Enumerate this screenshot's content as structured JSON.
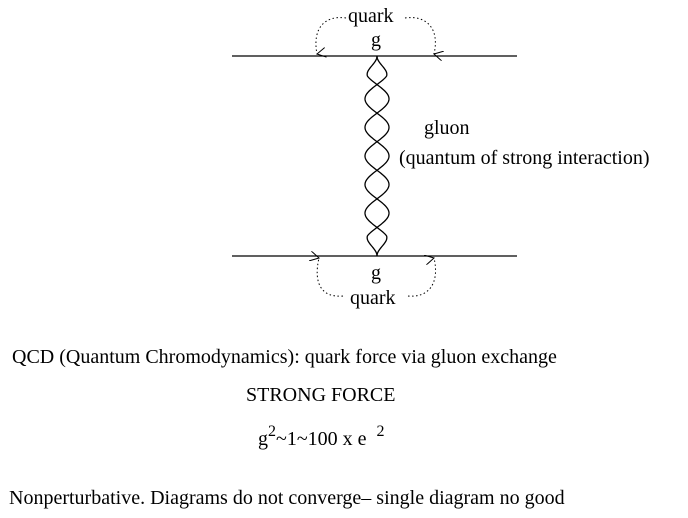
{
  "diagram": {
    "top_quark_label": "quark",
    "top_vertex_label": "g",
    "bottom_vertex_label": "g",
    "bottom_quark_label": "quark",
    "gluon_label": "gluon",
    "gluon_description": "(quantum of strong interaction)"
  },
  "caption": {
    "qcd_line": "QCD (Quantum Chromodynamics): quark force via gluon exchange",
    "force_title": "STRONG FORCE",
    "coupling_g": "g",
    "coupling_g_exp": "2",
    "coupling_mid": "~1~100 x e",
    "coupling_e_exp": "2",
    "note": "Nonperturbative. Diagrams do not converge– single diagram no good"
  }
}
